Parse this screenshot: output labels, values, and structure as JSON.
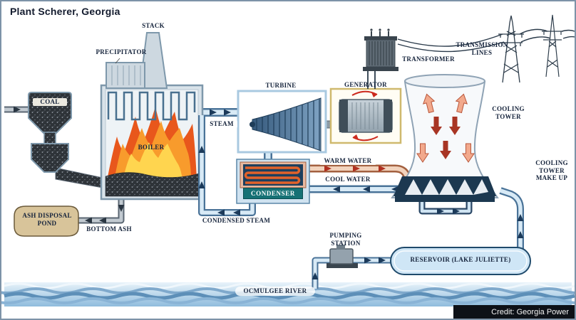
{
  "title": "Plant Scherer, Georgia",
  "credit": "Credit: Georgia Power",
  "labels": {
    "stack": "STACK",
    "precipitator": "PRECIPITATOR",
    "coal": "COAL",
    "boiler": "BOILER",
    "steam": "STEAM",
    "turbine": "TURBINE",
    "generator": "GENERATOR",
    "transformer": "TRANSFORMER",
    "transmission_lines": "TRANSMISSION LINES",
    "cooling_tower": "COOLING TOWER",
    "warm_water": "WARM WATER",
    "cool_water": "COOL WATER",
    "condenser": "CONDENSER",
    "condensed_steam": "CONDENSED STEAM",
    "ash_disposal_pond": "ASH DISPOSAL POND",
    "bottom_ash": "BOTTOM ASH",
    "cooling_tower_make_up": "COOLING TOWER MAKE UP",
    "pumping_station": "PUMPING STATION",
    "reservoir": "RESERVOIR (LAKE JULIETTE)",
    "river": "OCMULGEE RIVER"
  },
  "colors": {
    "flame_red": "#e8571c",
    "flame_orange": "#f89b2c",
    "flame_yellow": "#ffd54f",
    "water_pipe": "#d8eaf6",
    "warm_pipe": "#f2d3bd",
    "coal_dark": "#2e3338",
    "river_blue": "#8fbcdd",
    "condenser_teal": "#157175",
    "credit_bar": "#0d1117",
    "structure_gray": "#cdd8e0",
    "label_navy": "#16243c"
  }
}
